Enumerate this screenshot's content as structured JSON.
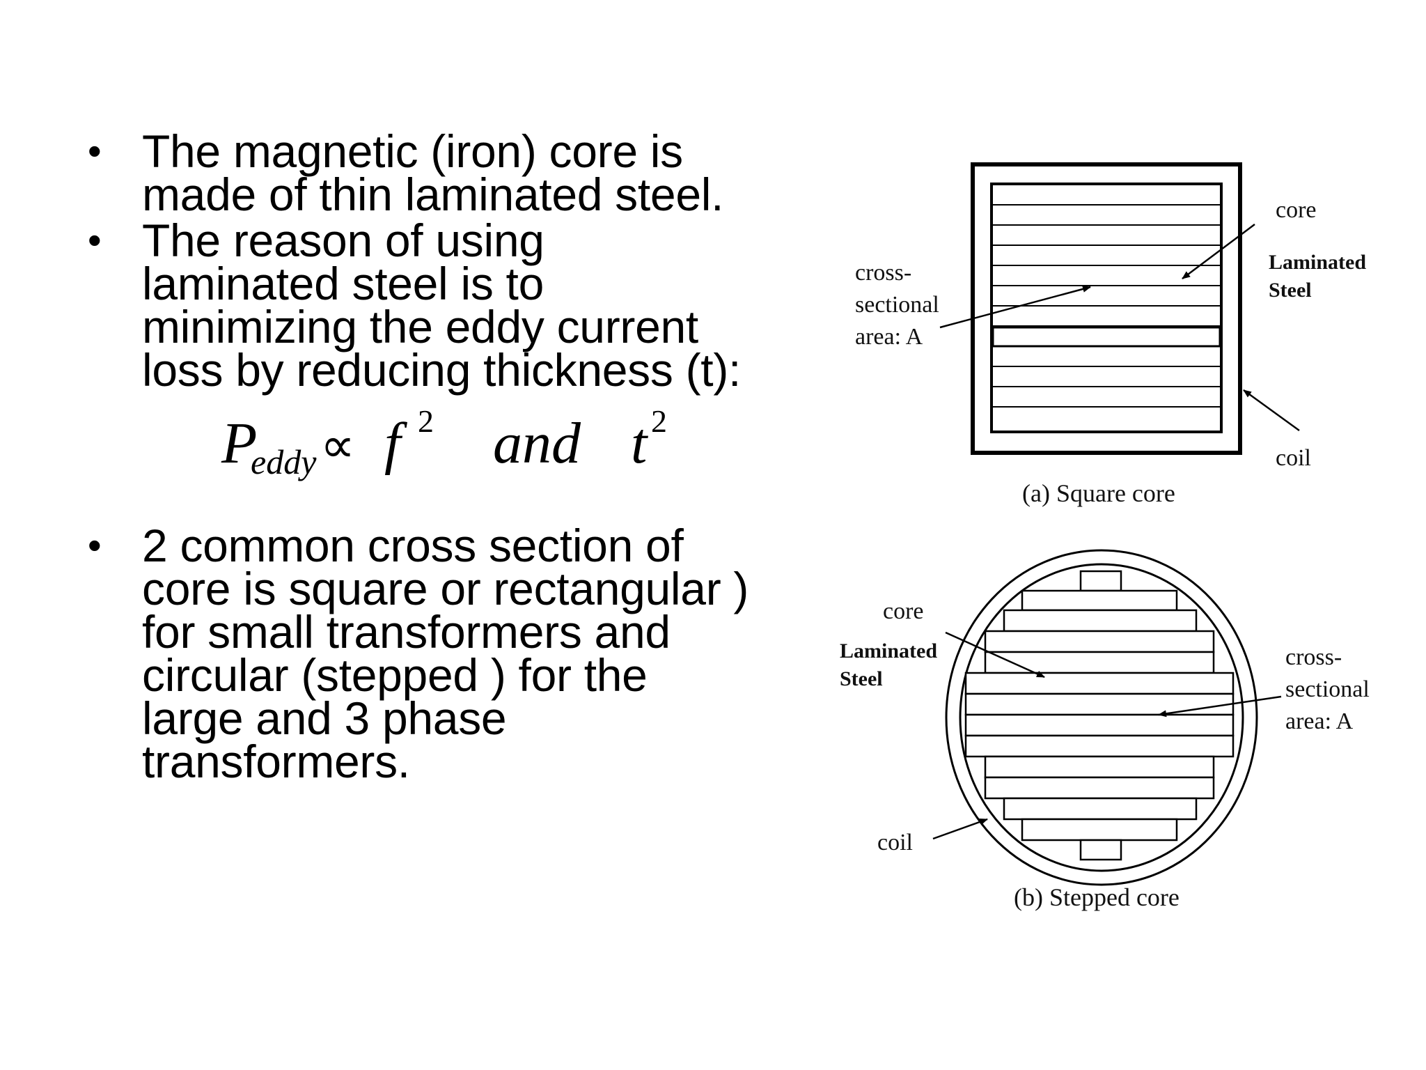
{
  "bullets": [
    "The magnetic (iron) core is made of thin laminated steel.",
    "The reason of using laminated steel is to minimizing the eddy current loss by reducing thickness (t):",
    "2 common cross section of core is square or rectangular ) for small transformers and circular (stepped ) for the large and 3 phase transformers."
  ],
  "bullet_marker": "•",
  "formula": {
    "p": "P",
    "sub": "eddy",
    "prop": "∝",
    "f": "f",
    "f_exp": "2",
    "and": "and",
    "t": "t",
    "t_exp": "2"
  },
  "diagram_a": {
    "core": "core",
    "laminated": "Laminated",
    "steel": "Steel",
    "cross": "cross-",
    "sectional": "sectional",
    "area": "area: A",
    "coil": "coil",
    "caption": "(a) Square core"
  },
  "diagram_b": {
    "core": "core",
    "laminated": "Laminated",
    "steel": "Steel",
    "cross": "cross-",
    "sectional": "sectional",
    "area": "area: A",
    "coil": "coil",
    "caption": "(b) Stepped core"
  }
}
